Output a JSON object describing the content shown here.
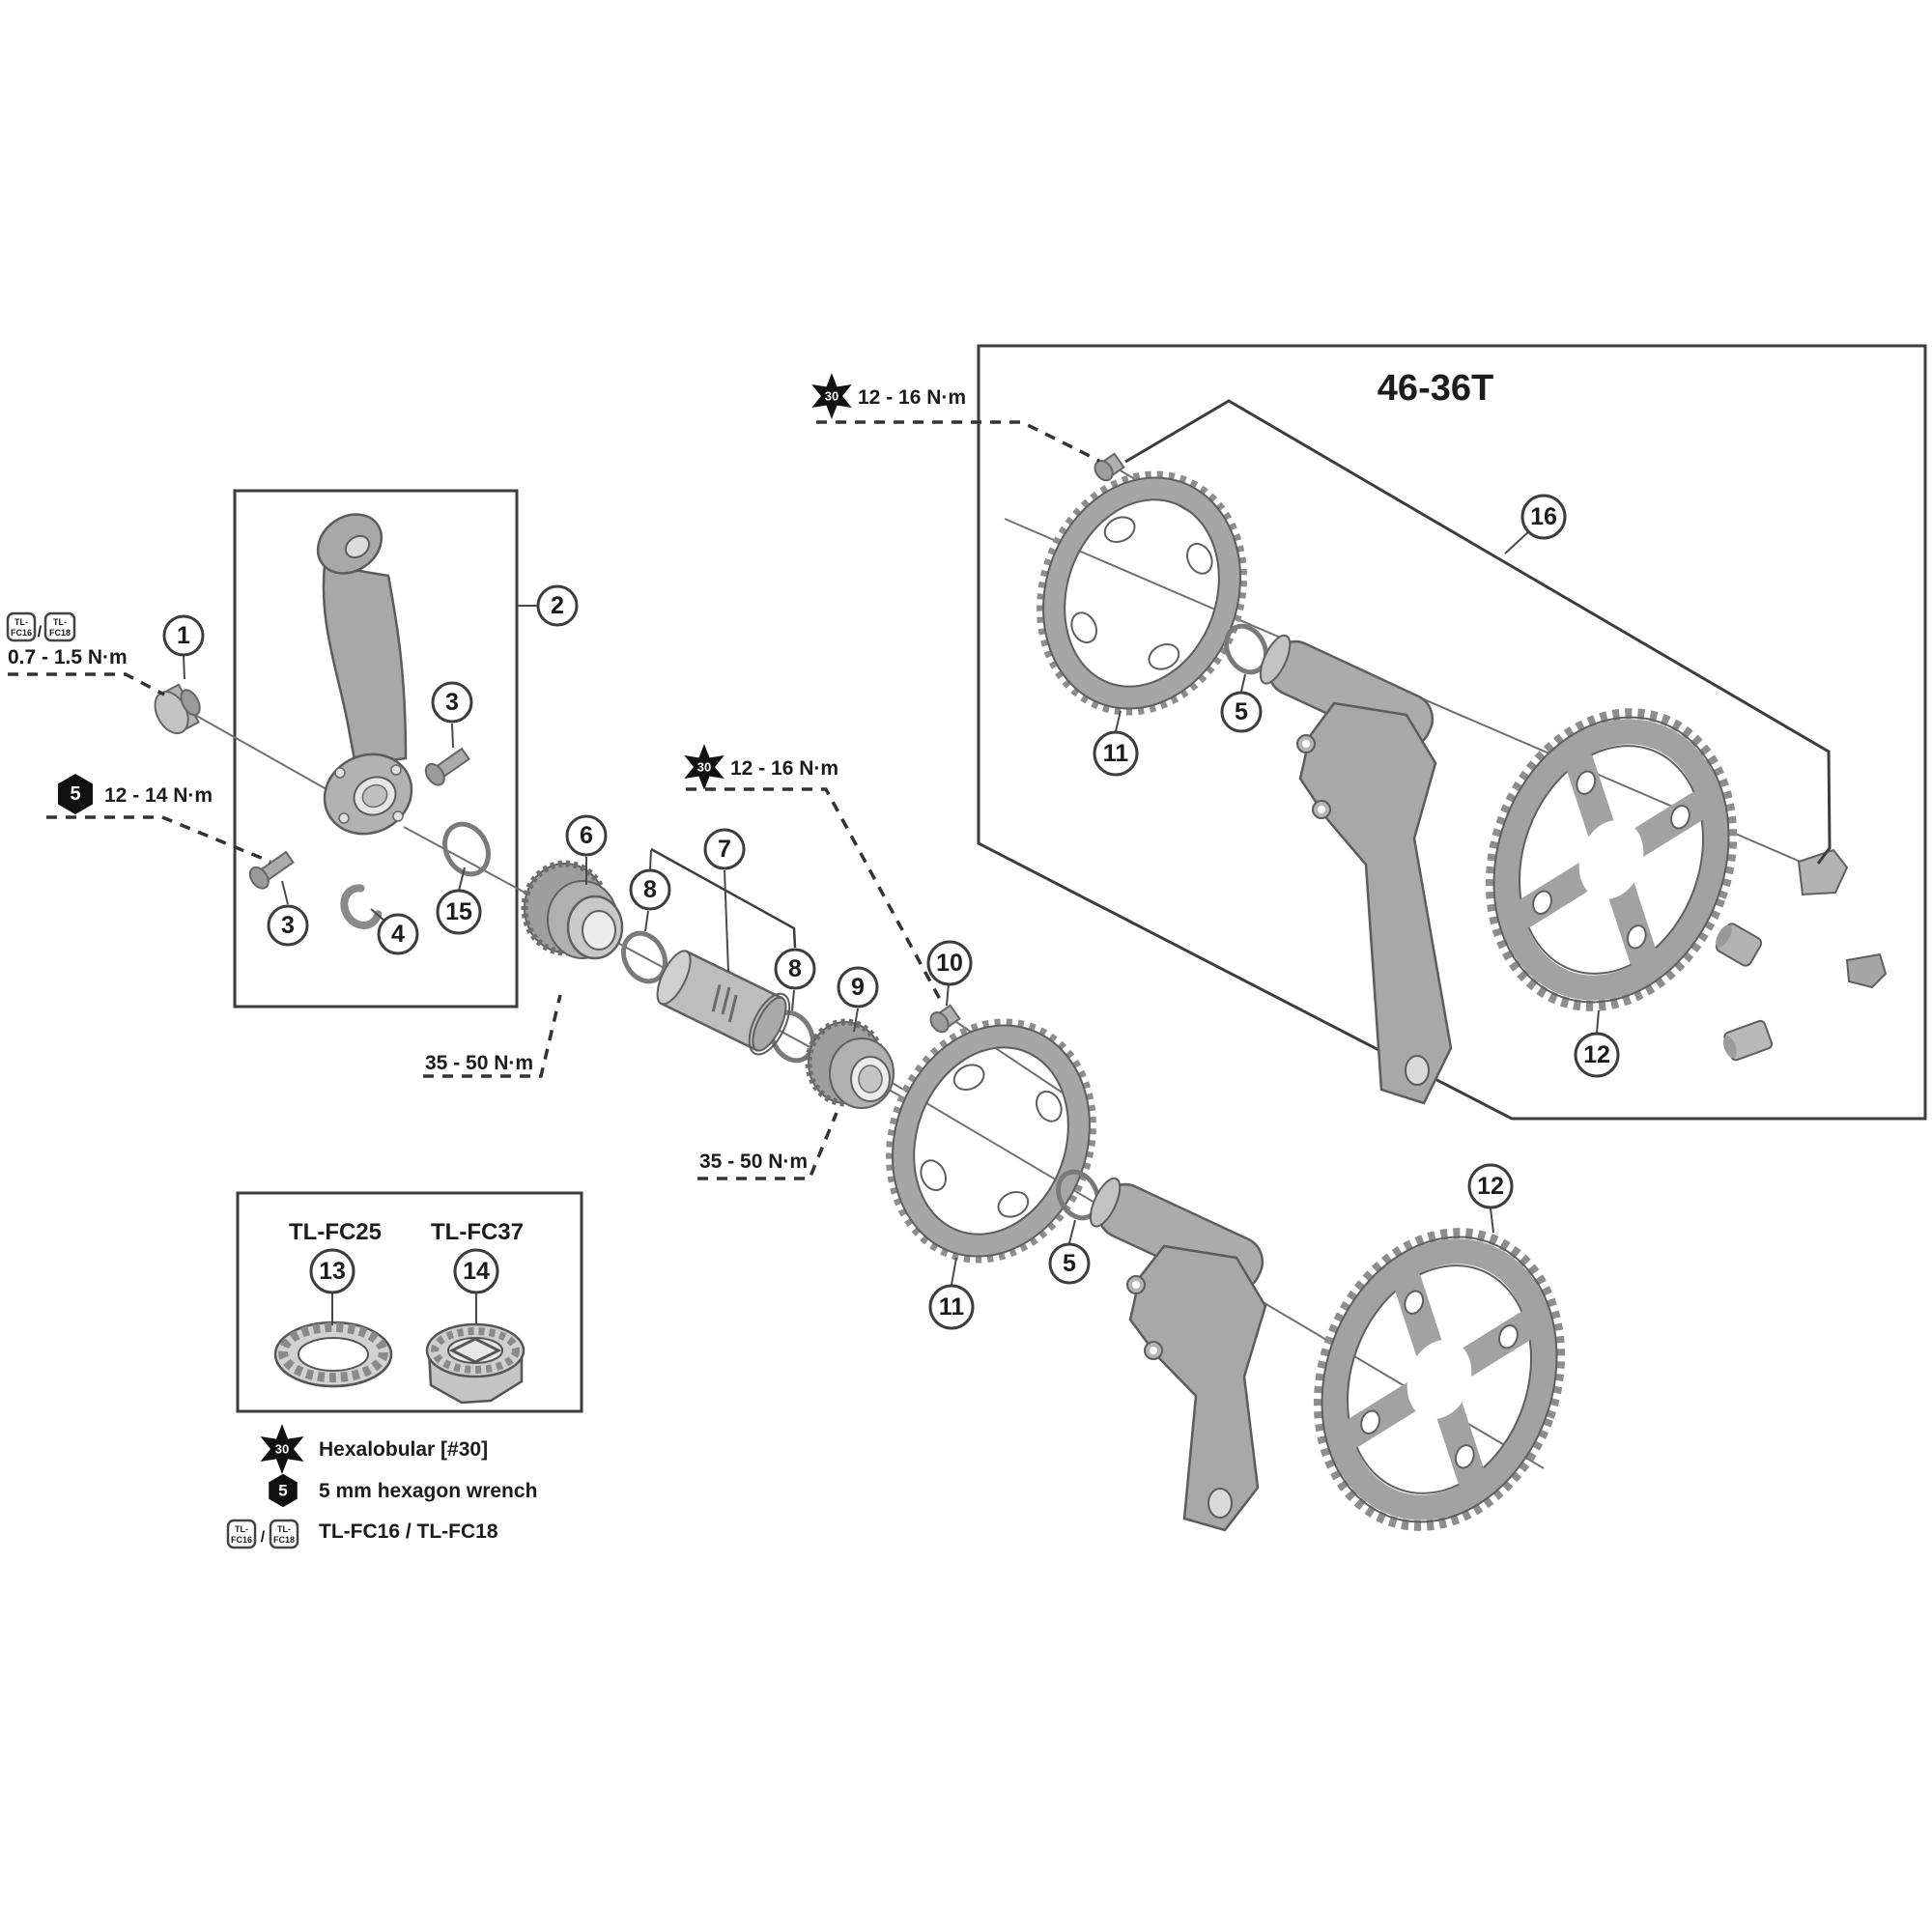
{
  "title": "46-36T",
  "torques": {
    "crank_cap": "0.7 - 1.5 N·m",
    "crank_bolt": "12 - 14 N·m",
    "chainring_bolt": "12 - 16 N·m",
    "bb_cup": "35 - 50 N·m"
  },
  "tools": {
    "tl_fc25": "TL-FC25",
    "tl_fc37": "TL-FC37"
  },
  "legend": {
    "hexalobular": "Hexalobular [#30]",
    "hex_wrench": "5 mm hexagon wrench",
    "tl_tools": "TL-FC16 / TL-FC18"
  },
  "icons": {
    "hexalobular_value": "30",
    "hex_value": "5",
    "slash": "/",
    "tl_prefix": "TL-",
    "fc16": "FC16",
    "fc18": "FC18"
  },
  "callouts": {
    "n1": "1",
    "n2": "2",
    "n3": "3",
    "n4": "4",
    "n5": "5",
    "n6": "6",
    "n7": "7",
    "n8": "8",
    "n9": "9",
    "n10": "10",
    "n11": "11",
    "n12": "12",
    "n13": "13",
    "n14": "14",
    "n15": "15",
    "n16": "16"
  }
}
